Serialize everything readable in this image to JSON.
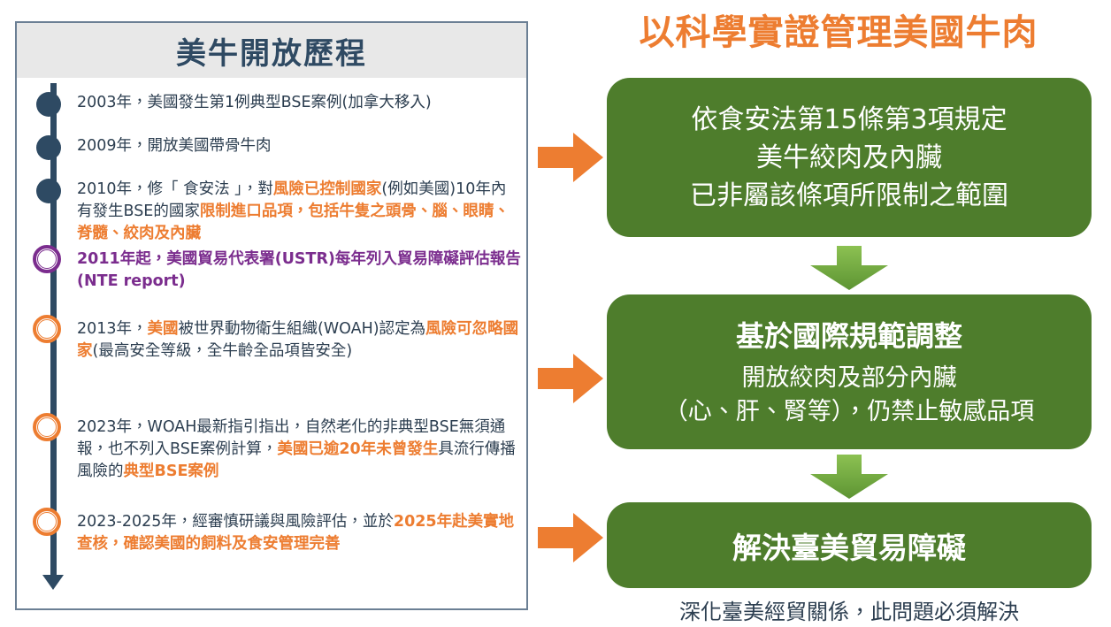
{
  "left_panel": {
    "title": "美牛開放歷程",
    "timeline": [
      {
        "marker": "solid-dot-navy",
        "segments": [
          {
            "text": "2003年，美國發生第1例典型BSE案例(加拿大移入)",
            "style": "normal"
          }
        ]
      },
      {
        "marker": "solid-dot-navy",
        "segments": [
          {
            "text": "2009年，開放美國帶骨牛肉",
            "style": "normal"
          }
        ]
      },
      {
        "marker": "solid-dot-navy",
        "segments": [
          {
            "text": "2010年，修「 食安法 」，對",
            "style": "normal"
          },
          {
            "text": "風險已控制國家",
            "style": "highlight-orange"
          },
          {
            "text": "(例如美國)10年內有發生BSE的國家",
            "style": "normal"
          },
          {
            "text": "限制進口品項，包括牛隻之頭骨、腦、眼睛、脊髓、絞肉及內臟",
            "style": "highlight-orange"
          }
        ]
      },
      {
        "marker": "ring-purple",
        "segments": [
          {
            "text": "2011年起，美國貿易代表署(USTR)每年列入貿易障礙評估報告(NTE report)",
            "style": "all-purple"
          }
        ]
      },
      {
        "marker": "ring-orange",
        "segments": [
          {
            "text": "2013年，",
            "style": "normal"
          },
          {
            "text": "美國",
            "style": "highlight-orange"
          },
          {
            "text": "被世界動物衛生組織(WOAH)認定為",
            "style": "normal"
          },
          {
            "text": "風險可忽略國家",
            "style": "highlight-orange"
          },
          {
            "text": "(最高安全等級，全牛齡全品項皆安全)",
            "style": "normal"
          }
        ]
      },
      {
        "marker": "ring-orange",
        "segments": [
          {
            "text": "2023年，WOAH最新指引指出，自然老化的非典型BSE無須通報，也不列入BSE案例計算，",
            "style": "normal"
          },
          {
            "text": "美國已逾20年未曾發生",
            "style": "highlight-orange"
          },
          {
            "text": "具流行傳播風險的",
            "style": "normal"
          },
          {
            "text": "典型BSE案例",
            "style": "highlight-orange"
          }
        ]
      },
      {
        "marker": "ring-orange",
        "segments": [
          {
            "text": "2023-2025年，經審慎研議與風險評估，並於",
            "style": "normal"
          },
          {
            "text": "2025年赴美實地查核，確認美國的飼料及食安管理完善",
            "style": "highlight-orange"
          }
        ]
      }
    ]
  },
  "right_column": {
    "title": "以科學實證管理美國牛肉",
    "boxes": [
      {
        "id": "box-legal-basis",
        "heading": "",
        "lines": [
          "依食安法第15條第3項規定",
          "美牛絞肉及內臟",
          "已非屬該條項所限制之範圍"
        ]
      },
      {
        "id": "box-international-standard",
        "heading": "基於國際規範調整",
        "lines": [
          "開放絞肉及部分內臟",
          "（心、肝、腎等），仍禁止敏感品項"
        ]
      },
      {
        "id": "box-trade-barrier",
        "heading": "解決臺美貿易障礙",
        "lines": []
      }
    ],
    "caption": "深化臺美經貿關係，此問題必須解決"
  },
  "icons": {
    "arrow_right": "arrow-right-icon",
    "arrow_down": "arrow-down-icon",
    "timeline_arrow": "timeline-down-arrow-icon"
  },
  "colors": {
    "navy": "#2e4a63",
    "orange": "#ed7d31",
    "purple": "#7b2d8e",
    "green": "#4e7d2c",
    "green_light": "#7ab648",
    "header_gray": "#e8e8e8",
    "panel_border": "#6b7f94"
  }
}
